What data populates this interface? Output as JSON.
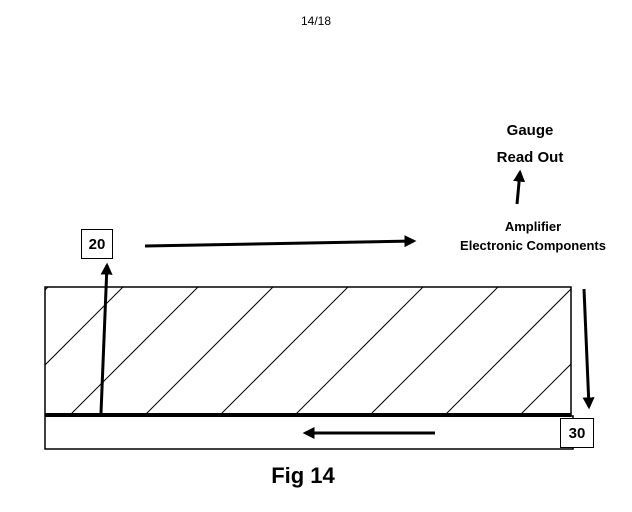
{
  "page": {
    "number": "14/18"
  },
  "labels": {
    "gauge_line1": "Gauge",
    "gauge_line2": "Read Out",
    "amplifier_line1": "Amplifier",
    "amplifier_line2": "Electronic Components",
    "ref_20": "20",
    "ref_30": "30"
  },
  "caption": "Fig 14"
}
